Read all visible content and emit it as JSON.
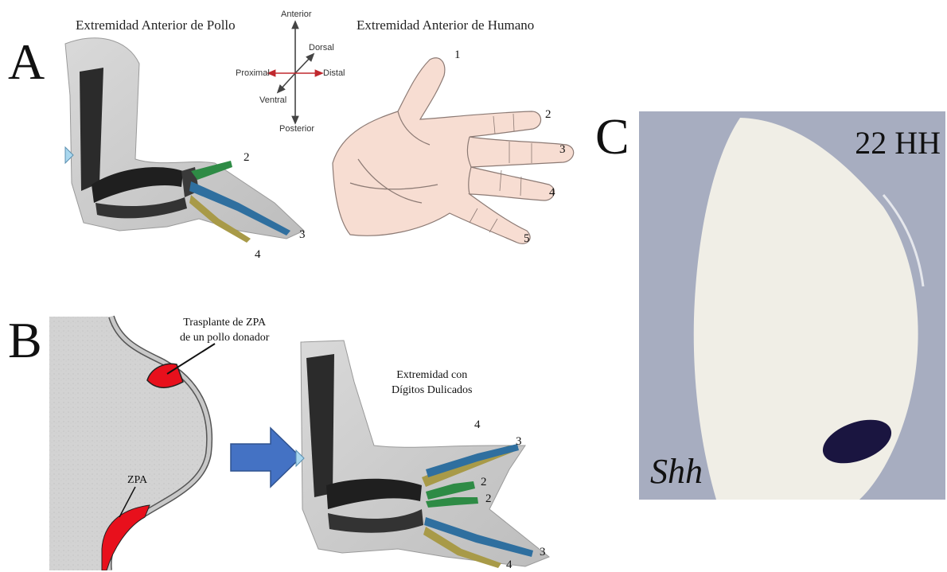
{
  "panel_a": {
    "letter": "A",
    "chick_title": "Extremidad Anterior de Pollo",
    "human_title": "Extremidad Anterior de Humano",
    "axes": {
      "anterior": "Anterior",
      "posterior": "Posterior",
      "dorsal": "Dorsal",
      "ventral": "Ventral",
      "proximal": "Proximal",
      "distal": "Distal"
    },
    "chick_digits": [
      "2",
      "3",
      "4"
    ],
    "human_digits": [
      "1",
      "2",
      "3",
      "4",
      "5"
    ]
  },
  "panel_b": {
    "letter": "B",
    "graft_label_line1": "Trasplante de ZPA",
    "graft_label_line2": "de un pollo donador",
    "zpa_label": "ZPA",
    "result_line1": "Extremidad con",
    "result_line2": "Dígitos Dulicados",
    "result_digits": [
      "4",
      "3",
      "2",
      "2",
      "3",
      "4"
    ]
  },
  "panel_c": {
    "letter": "C",
    "stage": "22 HH",
    "gene": "Shh"
  },
  "colors": {
    "zpa_red": "#e8101c",
    "arrow_blue": "#4472c4",
    "digit2_green": "#2e8b45",
    "digit3_blue": "#2f6f9f",
    "digit4_olive": "#a89a48",
    "axis_red": "#c0282e",
    "shh_stain": "#1a1540"
  }
}
